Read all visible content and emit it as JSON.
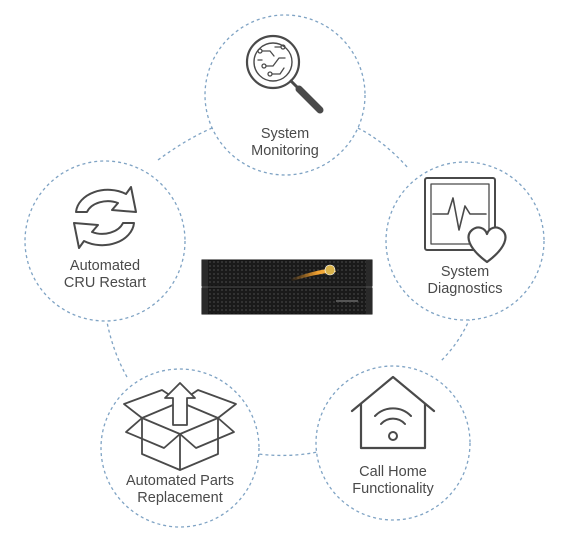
{
  "diagram": {
    "nodes": [
      {
        "id": "system-monitoring",
        "icon": "magnifier-circuit-icon",
        "label_lines": [
          "System",
          "Monitoring"
        ]
      },
      {
        "id": "system-diagnostics",
        "icon": "monitor-heartbeat-icon",
        "label_lines": [
          "System",
          "Diagnostics"
        ]
      },
      {
        "id": "call-home",
        "icon": "house-wifi-icon",
        "label_lines": [
          "Call Home",
          "Functionality"
        ]
      },
      {
        "id": "automated-parts",
        "icon": "open-box-arrow-icon",
        "label_lines": [
          "Automated Parts",
          "Replacement"
        ]
      },
      {
        "id": "automated-cru",
        "icon": "refresh-arrows-icon",
        "label_lines": [
          "Automated",
          "CRU Restart"
        ]
      }
    ],
    "center_image": "storage-array-image",
    "colors": {
      "dashed_border": "#7fa3c4",
      "icon_stroke": "#4a4a4a",
      "label_text": "#4a4a4a",
      "chassis": "#1c1c1c",
      "accent": "#e08a1a"
    }
  }
}
